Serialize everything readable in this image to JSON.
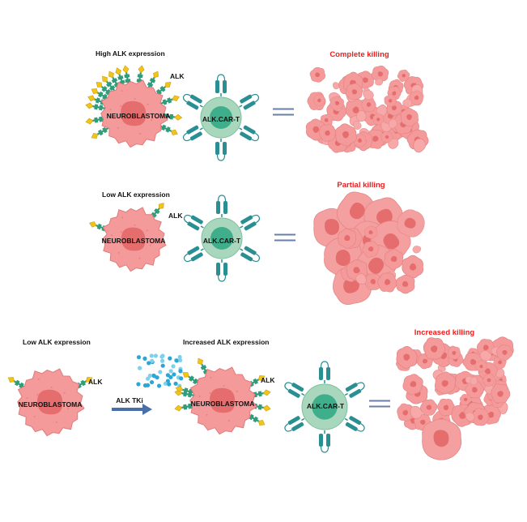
{
  "colors": {
    "tumor": "#f59a9a",
    "tumor_edge": "#e07a7a",
    "nucleus": "#e56d6d",
    "cart_outer": "#a9d7bd",
    "cart_inner": "#3fae8a",
    "receptor": "#2a8f93",
    "alk_stem": "#2f9c7a",
    "alk_tip": "#f2c418",
    "killing": "#ee1c1c",
    "equals": "#6a7fa8",
    "arrow": "#4a6ea8",
    "tki_dots": "#2aa7d6"
  },
  "icons": [
    "neuroblastoma-cell",
    "alk-receptor",
    "car-t-cell",
    "equals-sign",
    "arrow-right",
    "tki-molecules",
    "dead-cell-debris"
  ],
  "rows": [
    {
      "expression_label": "High ALK expression",
      "alk_label": "ALK",
      "tumor_label": "NEUROBLASTOMA",
      "cart_label": "ALK.CAR-T",
      "outcome_label": "Complete killing"
    },
    {
      "expression_label": "Low ALK expression",
      "alk_label": "ALK",
      "tumor_label": "NEUROBLASTOMA",
      "cart_label": "ALK.CAR-T",
      "outcome_label": "Partial killing"
    },
    {
      "expression_label": "Low ALK expression",
      "alk_label": "ALK",
      "tumor_label": "NEUROBLASTOMA",
      "drug_label": "ALK TKi",
      "increased_label": "Increased ALK expression",
      "alk_label_2": "ALK",
      "tumor_label_2": "NEUROBLASTOMA",
      "cart_label": "ALK.CAR-T",
      "outcome_label": "Increased killing"
    }
  ]
}
